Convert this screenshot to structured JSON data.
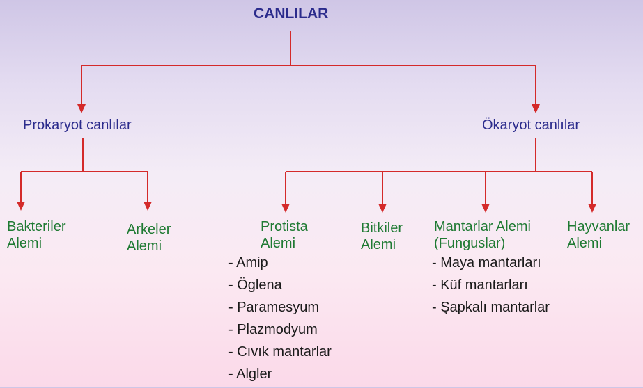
{
  "root": {
    "label": "CANLILAR"
  },
  "groups": {
    "prokaryote": {
      "label": "Prokaryot canlılar"
    },
    "eukaryote": {
      "label": "Ökaryot canlılar"
    }
  },
  "kingdoms": {
    "bacteria": {
      "line1": "Bakteriler",
      "line2": "Alemi"
    },
    "archaea": {
      "line1": "Arkeler",
      "line2": "Alemi"
    },
    "protista": {
      "line1": "Protista",
      "line2": "Alemi",
      "examples": [
        "- Amip",
        "- Öglena",
        "- Paramesyum",
        "- Plazmodyum",
        "- Cıvık mantarlar",
        "- Algler"
      ]
    },
    "plants": {
      "line1": "Bitkiler",
      "line2": "Alemi"
    },
    "fungi": {
      "line1": "Mantarlar Alemi",
      "line2": "(Funguslar)",
      "examples": [
        "- Maya mantarları",
        "- Küf mantarları",
        "- Şapkalı mantarlar"
      ]
    },
    "animals": {
      "line1": "Hayvanlar",
      "line2": "Alemi"
    }
  },
  "colors": {
    "connector": "#d42a2a",
    "root_text": "#2b2b8c",
    "group_text": "#2b2b8c",
    "kingdom_text": "#1f7a33",
    "list_text": "#1a1a1a"
  }
}
